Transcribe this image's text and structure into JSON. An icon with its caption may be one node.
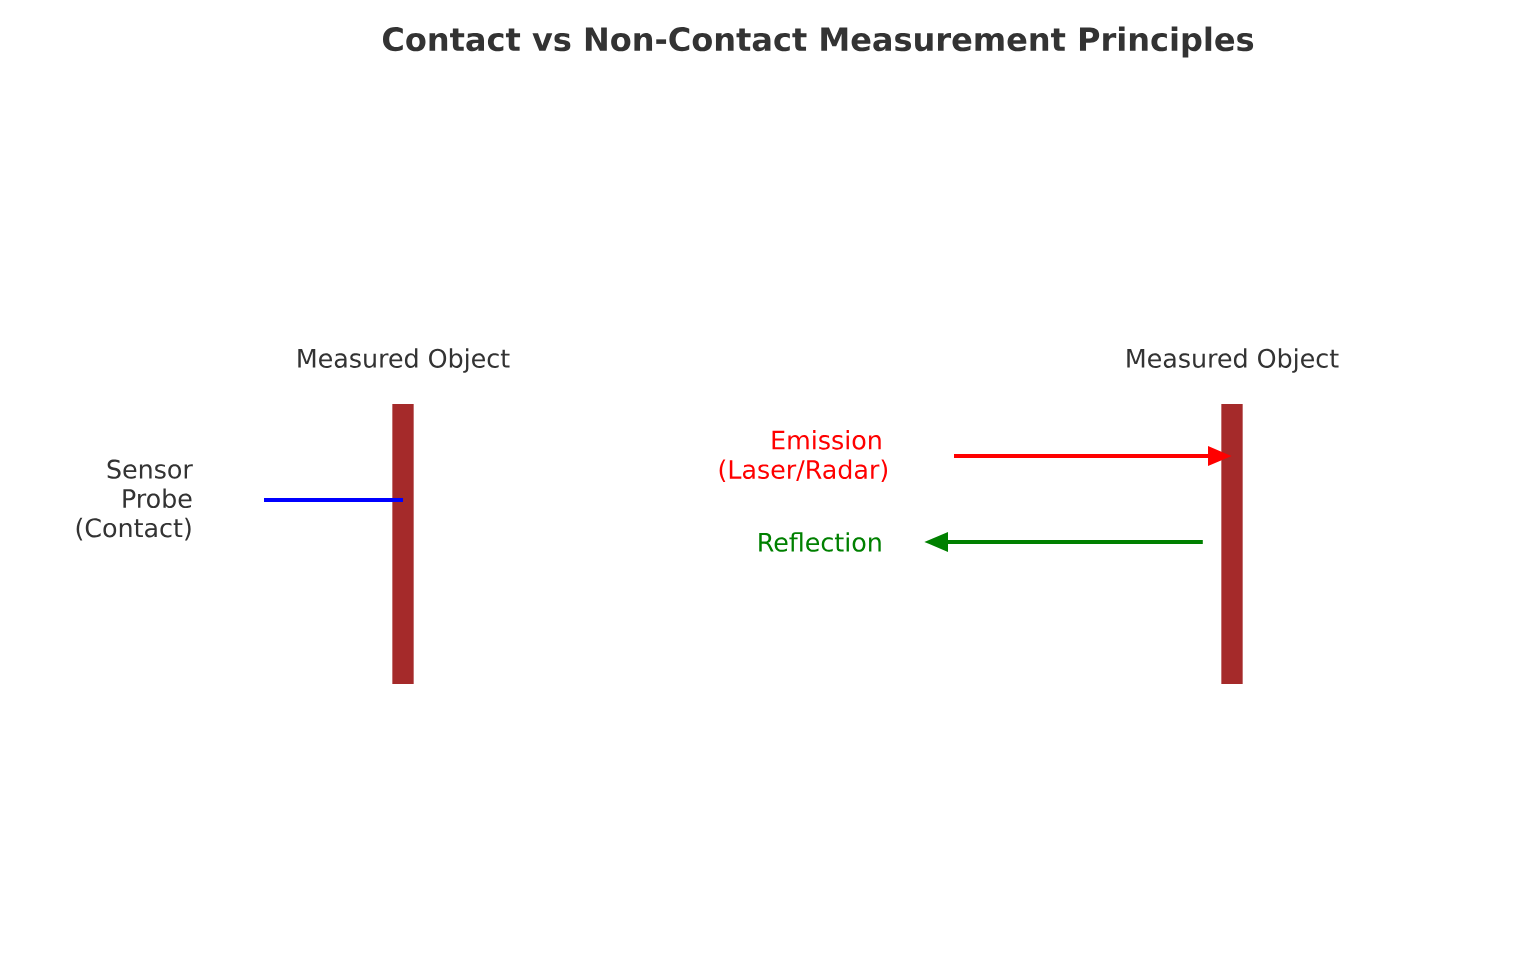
{
  "diagram": {
    "title": "Contact vs Non-Contact Measurement Principles",
    "nodes": [
      {
        "text": [
          "Measured Object"
        ]
      },
      {
        "text": [
          "Sensor Probe (Contact)"
        ]
      },
      {
        "text": [
          "Measured Object"
        ]
      },
      {
        "text": [
          "Emission (Laser/Radar)"
        ]
      },
      {
        "text": [
          "Reflection"
        ]
      }
    ],
    "edges": [
      {
        "from": 1,
        "to": 0,
        "arrow": "none",
        "color": "#0000ff"
      },
      {
        "from": 3,
        "to": 2,
        "arrow": "to",
        "color": "#ff0000"
      },
      {
        "from": 2,
        "to": 4,
        "arrow": "to",
        "color": "#008000"
      }
    ]
  }
}
